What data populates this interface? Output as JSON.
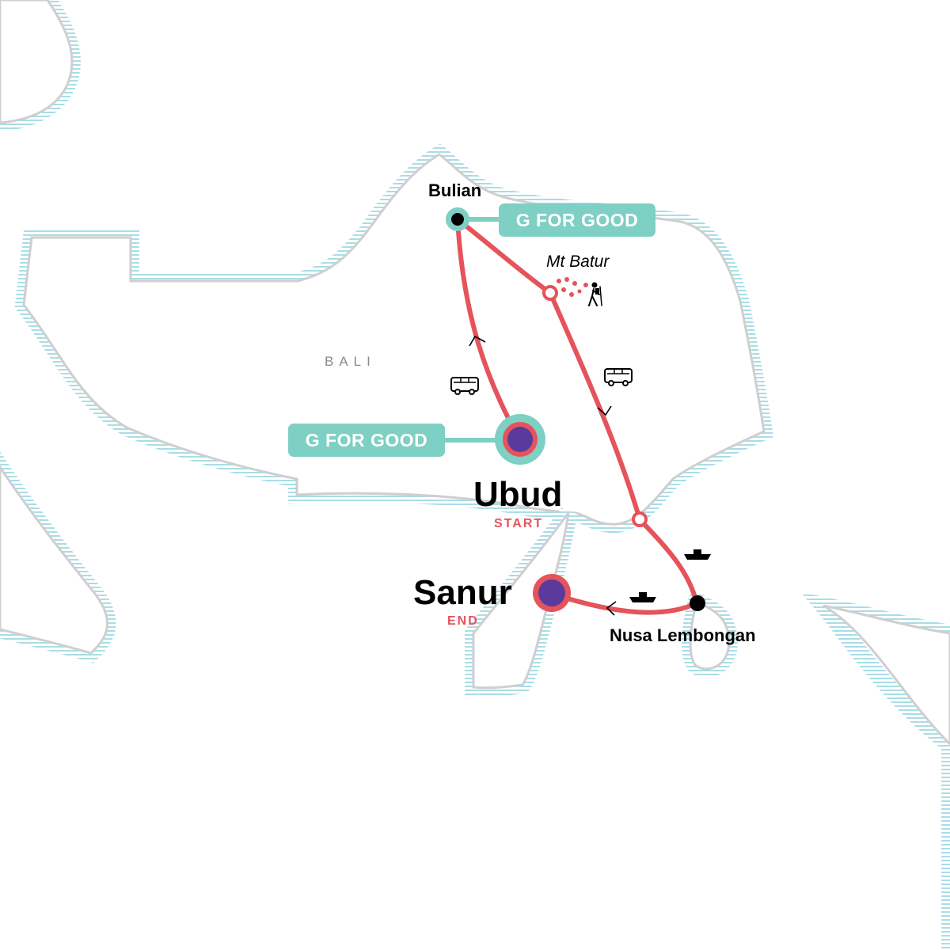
{
  "map": {
    "region_label": "BALI",
    "colors": {
      "route": "#e5535b",
      "coast_fill": "#a9dde6",
      "coast_line": "#cfcfcf",
      "endpoint": "#5b3a9e",
      "badge": "#7ecfc4"
    },
    "places": {
      "start": {
        "name": "Ubud",
        "tag": "START"
      },
      "end": {
        "name": "Sanur",
        "tag": "END"
      },
      "bulian": {
        "name": "Bulian"
      },
      "batur": {
        "name": "Mt Batur"
      },
      "lembongan": {
        "name": "Nusa Lembongan"
      }
    },
    "badges": {
      "ubud": "G FOR GOOD",
      "bulian": "G FOR GOOD"
    },
    "icons": [
      "bus-icon",
      "bus-icon",
      "boat-icon",
      "boat-icon",
      "hiker-icon",
      "volcano-icon"
    ]
  }
}
